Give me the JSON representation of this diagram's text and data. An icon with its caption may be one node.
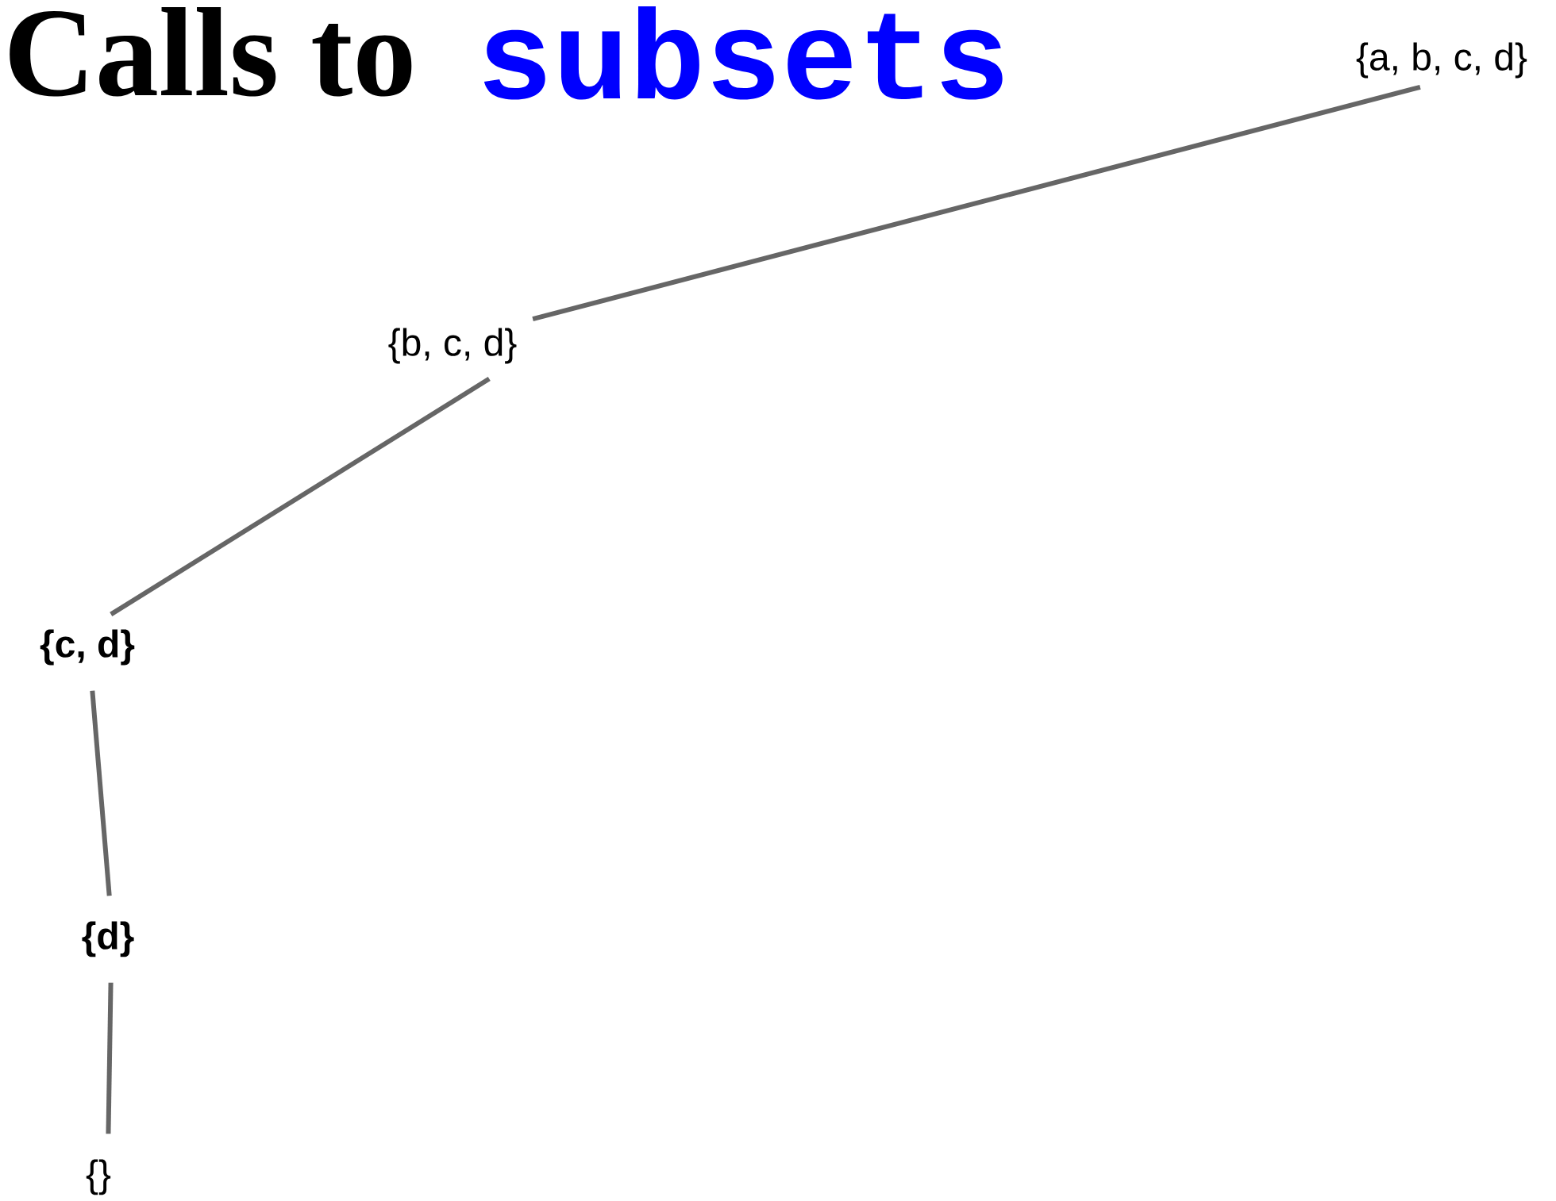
{
  "diagram": {
    "title": "Calls to",
    "nodes": [
      {
        "text": [
          "{a, b, c, d}"
        ]
      },
      {
        "text": [
          "{b, c, d}"
        ]
      },
      {
        "text": [
          "{c, d}"
        ]
      },
      {
        "text": [
          "{d}"
        ]
      },
      {
        "text": [
          "{}"
        ]
      }
    ],
    "edges": [
      {
        "from": 0,
        "to": 1,
        "arrow": "none"
      },
      {
        "from": 1,
        "to": 2,
        "arrow": "none"
      },
      {
        "from": 2,
        "to": 3,
        "arrow": "none"
      },
      {
        "from": 3,
        "to": 4,
        "arrow": "none"
      }
    ],
    "labels": [
      "subsets"
    ]
  }
}
